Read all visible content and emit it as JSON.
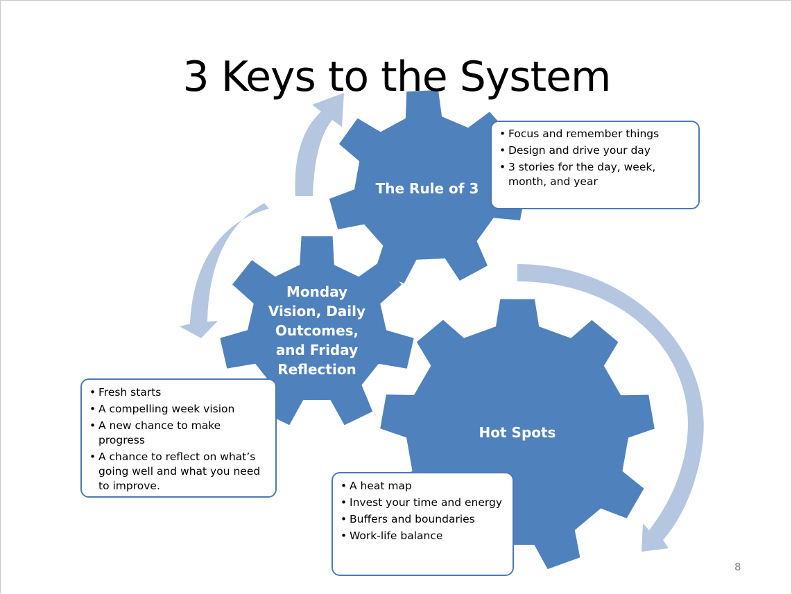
{
  "title": "3 Keys to the System",
  "page_number": "8",
  "colors": {
    "gear_fill": "#4f81bd",
    "arrow_fill": "#b4c6e0",
    "box_border": "#4a78b8"
  },
  "gears": [
    {
      "id": "rule-of-3",
      "lines": [
        "The Rule of 3"
      ]
    },
    {
      "id": "monday-vision",
      "lines": [
        "Monday",
        "Vision, Daily",
        "Outcomes,",
        "and Friday",
        "Reflection"
      ]
    },
    {
      "id": "hot-spots",
      "lines": [
        "Hot Spots"
      ]
    }
  ],
  "boxes": {
    "rule_of_3": {
      "items": [
        "Focus and remember things",
        "Design and drive your day",
        "3 stories for the day, week, month, and year"
      ]
    },
    "monday_vision": {
      "items": [
        "Fresh starts",
        "A compelling week vision",
        "A new chance to make progress",
        "A chance to reflect on what’s going well and what you need to improve."
      ]
    },
    "hot_spots": {
      "items": [
        "A heat map",
        "Invest your time and energy",
        "Buffers and boundaries",
        "Work-life balance"
      ]
    }
  }
}
